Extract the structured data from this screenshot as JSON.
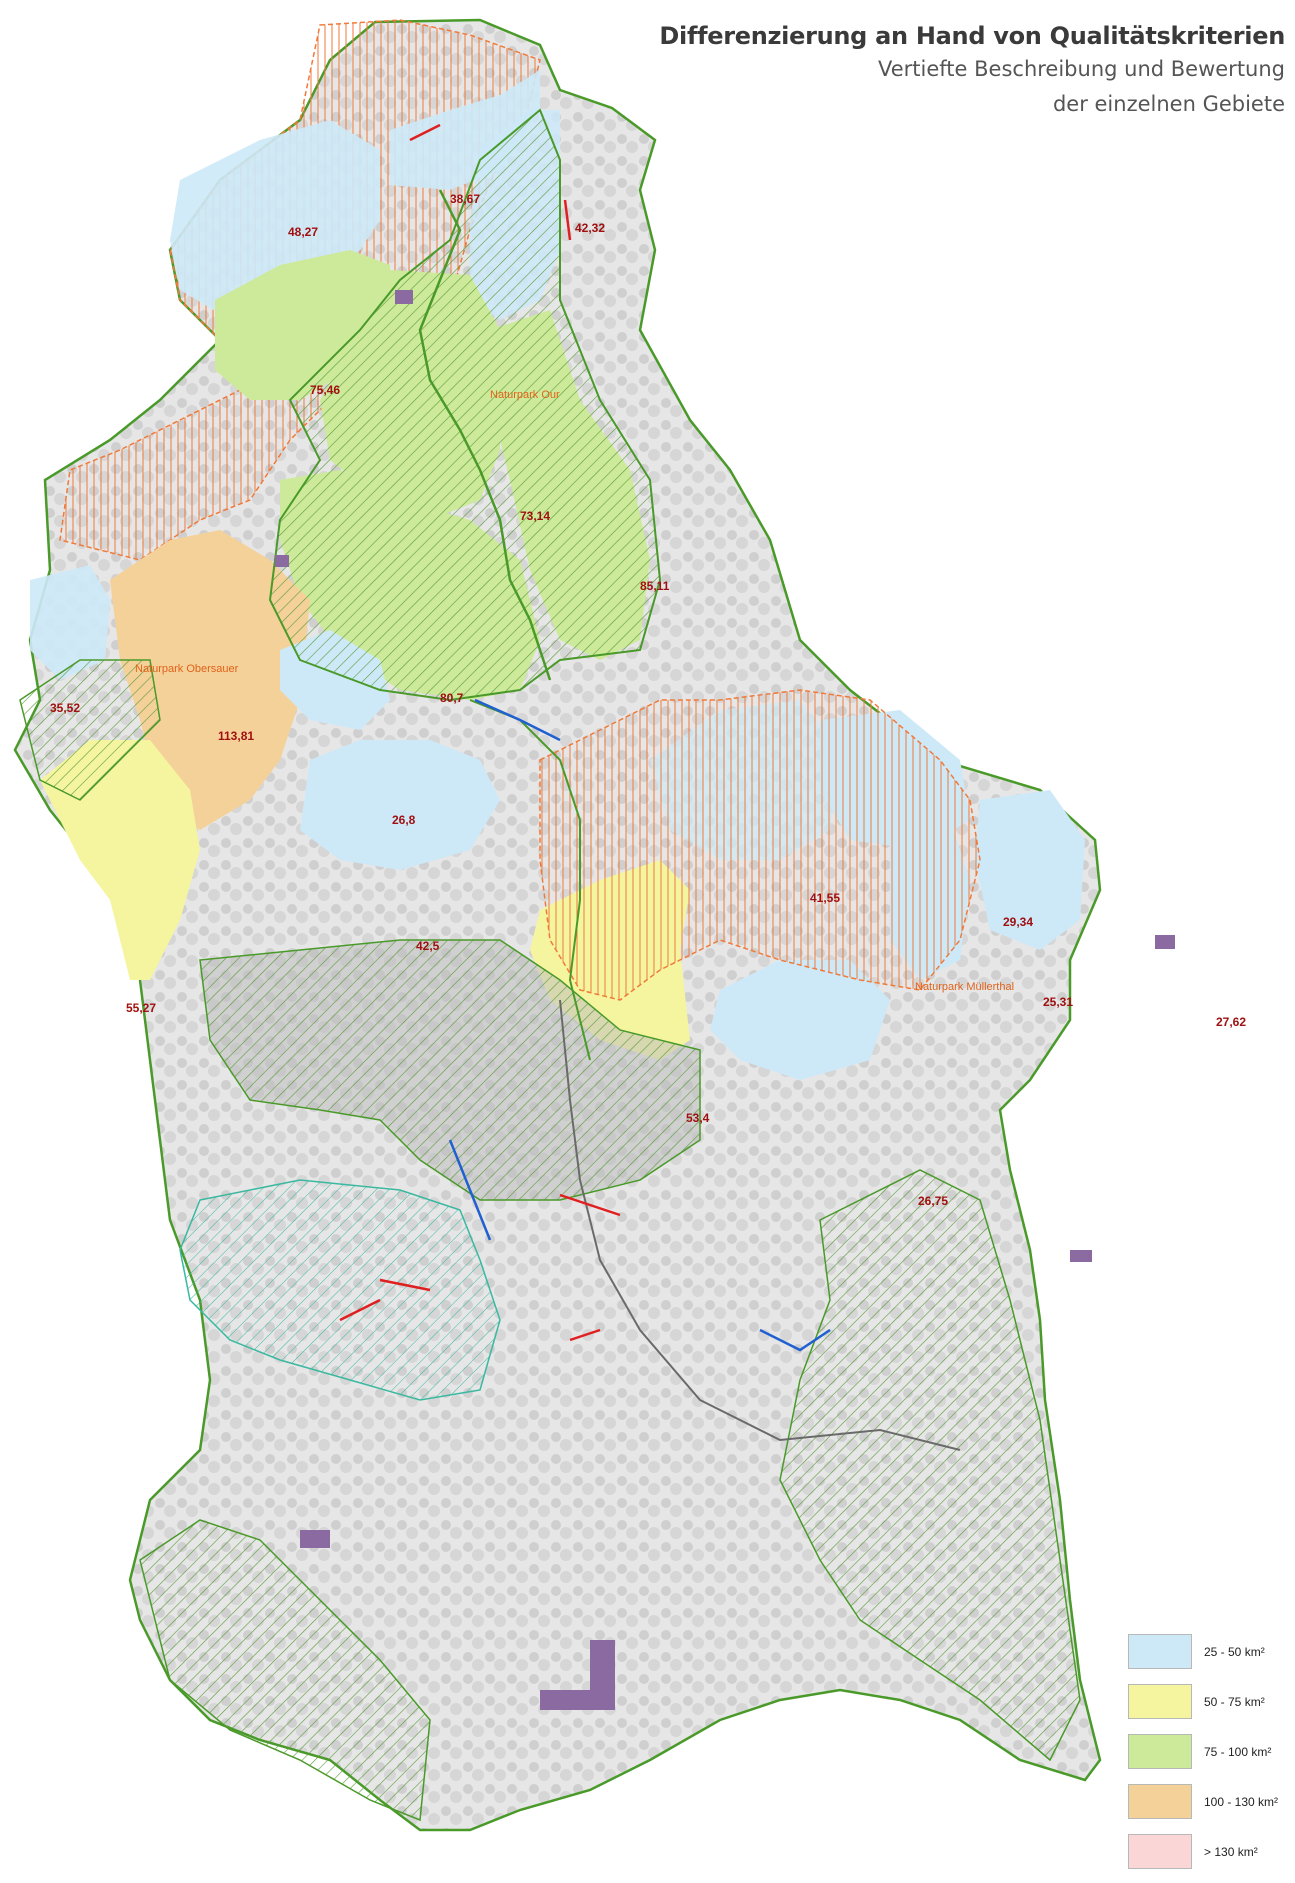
{
  "title": {
    "main": "Differenzierung an Hand von Qualitätskriterien",
    "sub1": "Vertiefte Beschreibung und Bewertung",
    "sub2": "der einzelnen Gebiete"
  },
  "areas": [
    {
      "id": "nw-top",
      "label": "48,27",
      "class": "25-50"
    },
    {
      "id": "north-center",
      "label": "38,67",
      "class": "25-50"
    },
    {
      "id": "north-east",
      "label": "42,32",
      "class": "25-50"
    },
    {
      "id": "upper-west",
      "label": "75,46",
      "class": "75-100"
    },
    {
      "id": "our-center",
      "label": "73,14",
      "class": "75-100"
    },
    {
      "id": "east-long",
      "label": "85,11",
      "class": "75-100"
    },
    {
      "id": "far-west",
      "label": "35,52",
      "class": "25-50"
    },
    {
      "id": "sure-lake",
      "label": "113,81",
      "class": "100-130"
    },
    {
      "id": "central-green",
      "label": "80,7",
      "class": "75-100"
    },
    {
      "id": "center-blue",
      "label": "26,8",
      "class": "25-50"
    },
    {
      "id": "southwest-yellow",
      "label": "55,27",
      "class": "50-75"
    },
    {
      "id": "center-lake",
      "label": "42,5",
      "class": "25-50"
    },
    {
      "id": "mullerthal",
      "label": "41,55",
      "class": "25-50"
    },
    {
      "id": "east-upper",
      "label": "29,34",
      "class": "25-50"
    },
    {
      "id": "east-mid",
      "label": "25,31",
      "class": "25-50"
    },
    {
      "id": "east-edge",
      "label": "27,62",
      "class": "25-50"
    },
    {
      "id": "south-yellow",
      "label": "53,4",
      "class": "50-75"
    },
    {
      "id": "southeast-blue",
      "label": "26,75",
      "class": "25-50"
    }
  ],
  "park_labels": [
    "Naturpark Our",
    "Naturpark Müllerthal",
    "Naturpark Obersauer"
  ],
  "legend": [
    {
      "label": "25 - 50 km²",
      "color": "#cde9f8"
    },
    {
      "label": "50 - 75 km²",
      "color": "#f5f5a0"
    },
    {
      "label": "75 - 100 km²",
      "color": "#cdea9a"
    },
    {
      "label": "100 - 130 km²",
      "color": "#f5d19a"
    },
    {
      "label": "> 130 km²",
      "color": "#fbd6d6"
    }
  ],
  "colors": {
    "hatch_orange": "#f07a3a",
    "hatch_green": "#6aa84f",
    "border_green": "#4a9a2a",
    "arrow_red": "#e02020",
    "arrow_blue": "#2060d0",
    "urban_purple": "#8a6aa0",
    "urban_pink": "#e8a0b8",
    "terrain_grey": "#c8c8c8"
  }
}
